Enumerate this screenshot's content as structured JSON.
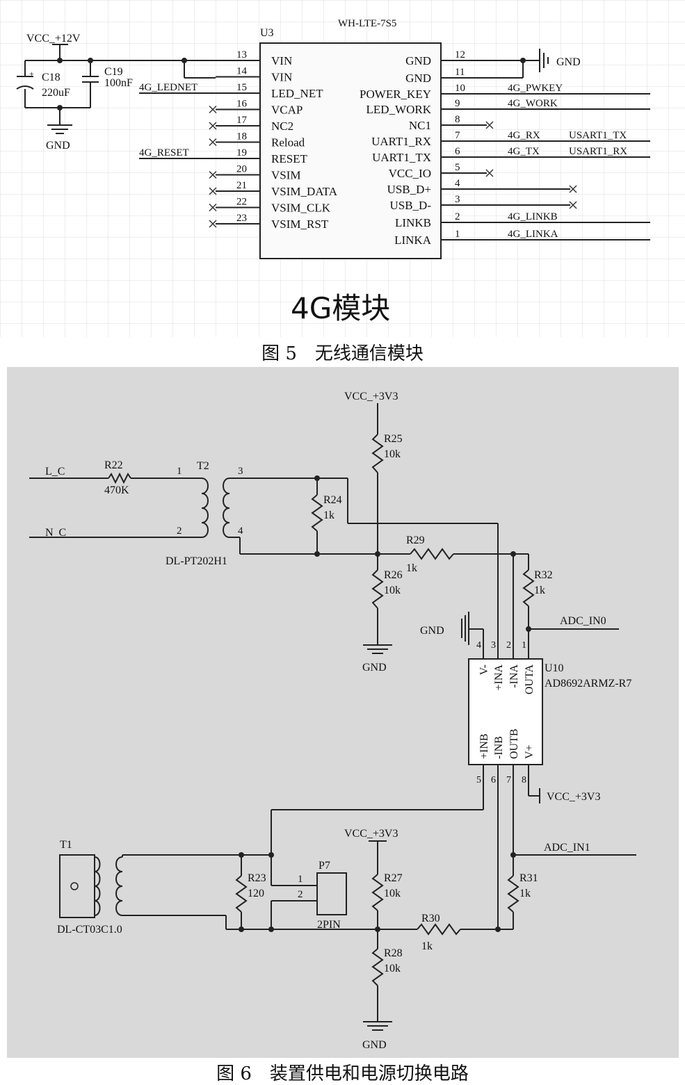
{
  "fig5": {
    "caption": "图 5　无线通信模块",
    "module_label": "4G模块",
    "chip_ref": "U3",
    "chip_model": "WH-LTE-7S5",
    "power": "VCC_+12V",
    "gnd": "GND",
    "c18_ref": "C18",
    "c18_val": "220uF",
    "c19_ref": "C19",
    "c19_val": "100nF",
    "left_pins": [
      {
        "num": "13",
        "name": "VIN",
        "net": ""
      },
      {
        "num": "14",
        "name": "VIN",
        "net": ""
      },
      {
        "num": "15",
        "name": "LED_NET",
        "net": "4G_LEDNET"
      },
      {
        "num": "16",
        "name": "VCAP",
        "net": ""
      },
      {
        "num": "17",
        "name": "NC2",
        "net": ""
      },
      {
        "num": "18",
        "name": "Reload",
        "net": ""
      },
      {
        "num": "19",
        "name": "RESET",
        "net": "4G_RESET"
      },
      {
        "num": "20",
        "name": "VSIM",
        "net": ""
      },
      {
        "num": "21",
        "name": "VSIM_DATA",
        "net": ""
      },
      {
        "num": "22",
        "name": "VSIM_CLK",
        "net": ""
      },
      {
        "num": "23",
        "name": "VSIM_RST",
        "net": ""
      }
    ],
    "right_pins": [
      {
        "num": "12",
        "name": "GND",
        "net": "GND"
      },
      {
        "num": "11",
        "name": "GND",
        "net": ""
      },
      {
        "num": "10",
        "name": "POWER_KEY",
        "net": "4G_PWKEY"
      },
      {
        "num": "9",
        "name": "LED_WORK",
        "net": "4G_WORK"
      },
      {
        "num": "8",
        "name": "NC1",
        "net": ""
      },
      {
        "num": "7",
        "name": "UART1_RX",
        "net": "4G_RX",
        "net2": "USART1_TX"
      },
      {
        "num": "6",
        "name": "UART1_TX",
        "net": "4G_TX",
        "net2": "USART1_RX"
      },
      {
        "num": "5",
        "name": "VCC_IO",
        "net": ""
      },
      {
        "num": "4",
        "name": "USB_D+",
        "net": ""
      },
      {
        "num": "3",
        "name": "USB_D-",
        "net": ""
      },
      {
        "num": "2",
        "name": "LINKB",
        "net": "4G_LINKB"
      },
      {
        "num": "1",
        "name": "LINKA",
        "net": "4G_LINKA"
      }
    ]
  },
  "fig6": {
    "caption": "图 6　装置供电和电源切换电路",
    "vcc": "VCC_+3V3",
    "gnd": "GND",
    "lc": "L_C",
    "nc": "N_C",
    "r22": {
      "ref": "R22",
      "val": "470K"
    },
    "t2": {
      "ref": "T2",
      "model": "DL-PT202H1",
      "p1": "1",
      "p2": "2",
      "p3": "3",
      "p4": "4"
    },
    "r24": {
      "ref": "R24",
      "val": "1k"
    },
    "r25": {
      "ref": "R25",
      "val": "10k"
    },
    "r26": {
      "ref": "R26",
      "val": "10k"
    },
    "r29": {
      "ref": "R29",
      "val": "1k"
    },
    "r32": {
      "ref": "R32",
      "val": "1k"
    },
    "adc0": "ADC_IN0",
    "adc1": "ADC_IN1",
    "u10": {
      "ref": "U10",
      "model": "AD8692ARMZ-R7",
      "top_pins": [
        {
          "num": "4",
          "name": "V-"
        },
        {
          "num": "3",
          "name": "+INA"
        },
        {
          "num": "2",
          "name": "-INA"
        },
        {
          "num": "1",
          "name": "OUTA"
        }
      ],
      "bottom_pins": [
        {
          "num": "5",
          "name": "+INB"
        },
        {
          "num": "6",
          "name": "-INB"
        },
        {
          "num": "7",
          "name": "OUTB"
        },
        {
          "num": "8",
          "name": "V+"
        }
      ]
    },
    "t1": {
      "ref": "T1",
      "model": "DL-CT03C1.0"
    },
    "r23": {
      "ref": "R23",
      "val": "120"
    },
    "p7": {
      "ref": "P7",
      "type": "2PIN",
      "p1": "1",
      "p2": "2"
    },
    "r27": {
      "ref": "R27",
      "val": "10k"
    },
    "r28": {
      "ref": "R28",
      "val": "10k"
    },
    "r30": {
      "ref": "R30",
      "val": "1k"
    },
    "r31": {
      "ref": "R31",
      "val": "1k"
    }
  }
}
